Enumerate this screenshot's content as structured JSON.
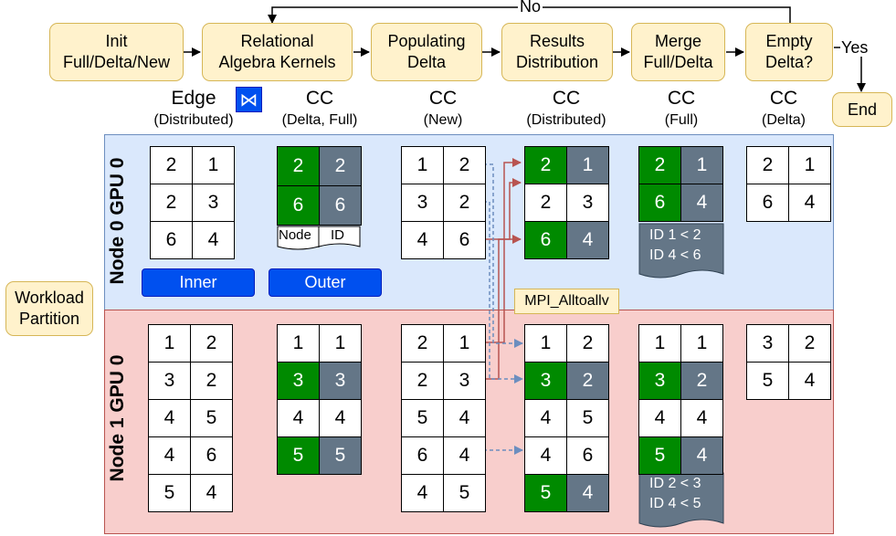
{
  "flow": {
    "steps": [
      {
        "id": "init",
        "label": "Init\nFull/Delta/New"
      },
      {
        "id": "kernels",
        "label": "Relational\nAlgebra Kernels"
      },
      {
        "id": "populating",
        "label": "Populating\nDelta"
      },
      {
        "id": "results",
        "label": "Results\nDistribution"
      },
      {
        "id": "merge",
        "label": "Merge\nFull/Delta"
      },
      {
        "id": "empty",
        "label": "Empty\nDelta?"
      },
      {
        "id": "end",
        "label": "End"
      }
    ],
    "no_label": "No",
    "yes_label": "Yes"
  },
  "join_symbol": "⋈",
  "workload_label": "Workload\nPartition",
  "nodes": [
    {
      "label": "Node 0 GPU 0"
    },
    {
      "label": "Node 1 GPU 0"
    }
  ],
  "columns": [
    {
      "title": "Edge",
      "subtitle": "(Distributed)"
    },
    {
      "title": "CC",
      "subtitle": "(Delta, Full)"
    },
    {
      "title": "CC",
      "subtitle": "(New)"
    },
    {
      "title": "CC",
      "subtitle": "(Distributed)"
    },
    {
      "title": "CC",
      "subtitle": "(Full)"
    },
    {
      "title": "CC",
      "subtitle": "(Delta)"
    }
  ],
  "tables": {
    "n0_edge": [
      [
        {
          "v": "2"
        },
        {
          "v": "1"
        }
      ],
      [
        {
          "v": "2"
        },
        {
          "v": "3"
        }
      ],
      [
        {
          "v": "6"
        },
        {
          "v": "4"
        }
      ]
    ],
    "n0_cc": [
      [
        {
          "v": "2",
          "c": "green"
        },
        {
          "v": "2",
          "c": "gray"
        }
      ],
      [
        {
          "v": "6",
          "c": "green"
        },
        {
          "v": "6",
          "c": "gray"
        }
      ]
    ],
    "n0_new": [
      [
        {
          "v": "1"
        },
        {
          "v": "2"
        }
      ],
      [
        {
          "v": "3"
        },
        {
          "v": "2"
        }
      ],
      [
        {
          "v": "4"
        },
        {
          "v": "6"
        }
      ]
    ],
    "n0_dist": [
      [
        {
          "v": "2",
          "c": "green"
        },
        {
          "v": "1",
          "c": "gray"
        }
      ],
      [
        {
          "v": "2"
        },
        {
          "v": "3"
        }
      ],
      [
        {
          "v": "6",
          "c": "green"
        },
        {
          "v": "4",
          "c": "gray"
        }
      ]
    ],
    "n0_full": [
      [
        {
          "v": "2",
          "c": "green"
        },
        {
          "v": "1",
          "c": "gray"
        }
      ],
      [
        {
          "v": "6",
          "c": "green"
        },
        {
          "v": "4",
          "c": "gray"
        }
      ]
    ],
    "n0_delta": [
      [
        {
          "v": "2"
        },
        {
          "v": "1"
        }
      ],
      [
        {
          "v": "6"
        },
        {
          "v": "4"
        }
      ]
    ],
    "n1_edge": [
      [
        {
          "v": "1"
        },
        {
          "v": "2"
        }
      ],
      [
        {
          "v": "3"
        },
        {
          "v": "2"
        }
      ],
      [
        {
          "v": "4"
        },
        {
          "v": "5"
        }
      ],
      [
        {
          "v": "4"
        },
        {
          "v": "6"
        }
      ],
      [
        {
          "v": "5"
        },
        {
          "v": "4"
        }
      ]
    ],
    "n1_cc": [
      [
        {
          "v": "1"
        },
        {
          "v": "1"
        }
      ],
      [
        {
          "v": "3",
          "c": "green"
        },
        {
          "v": "3",
          "c": "gray"
        }
      ],
      [
        {
          "v": "4"
        },
        {
          "v": "4"
        }
      ],
      [
        {
          "v": "5",
          "c": "green"
        },
        {
          "v": "5",
          "c": "gray"
        }
      ]
    ],
    "n1_new": [
      [
        {
          "v": "2"
        },
        {
          "v": "1"
        }
      ],
      [
        {
          "v": "2"
        },
        {
          "v": "3"
        }
      ],
      [
        {
          "v": "5"
        },
        {
          "v": "4"
        }
      ],
      [
        {
          "v": "6"
        },
        {
          "v": "4"
        }
      ],
      [
        {
          "v": "4"
        },
        {
          "v": "5"
        }
      ]
    ],
    "n1_dist": [
      [
        {
          "v": "1"
        },
        {
          "v": "2"
        }
      ],
      [
        {
          "v": "3",
          "c": "green"
        },
        {
          "v": "2",
          "c": "gray"
        }
      ],
      [
        {
          "v": "4"
        },
        {
          "v": "5"
        }
      ],
      [
        {
          "v": "4"
        },
        {
          "v": "6"
        }
      ],
      [
        {
          "v": "5",
          "c": "green"
        },
        {
          "v": "4",
          "c": "gray"
        }
      ]
    ],
    "n1_full": [
      [
        {
          "v": "1"
        },
        {
          "v": "1"
        }
      ],
      [
        {
          "v": "3",
          "c": "green"
        },
        {
          "v": "2",
          "c": "gray"
        }
      ],
      [
        {
          "v": "4"
        },
        {
          "v": "4"
        }
      ],
      [
        {
          "v": "5",
          "c": "green"
        },
        {
          "v": "4",
          "c": "gray"
        }
      ]
    ],
    "n1_delta": [
      [
        {
          "v": "3"
        },
        {
          "v": "2"
        }
      ],
      [
        {
          "v": "5"
        },
        {
          "v": "4"
        }
      ]
    ]
  },
  "legend": {
    "node": "Node",
    "id": "ID"
  },
  "pills": {
    "inner": "Inner",
    "outer": "Outer"
  },
  "notes": {
    "n0": [
      "ID 1 < 2",
      "ID 4 < 6"
    ],
    "n1": [
      "ID 2 < 3",
      "ID 4 < 5"
    ]
  },
  "mpi_label": "MPI_Alltoallv",
  "colors": {
    "node0_bg": "#dae8fc",
    "node1_bg": "#f8cecc",
    "step_fill": "#fff2cc",
    "green": "#008a00",
    "gray": "#647687",
    "blue": "#0050ef",
    "red_arrow": "#b85450",
    "blue_arrow": "#6c8ebf"
  }
}
